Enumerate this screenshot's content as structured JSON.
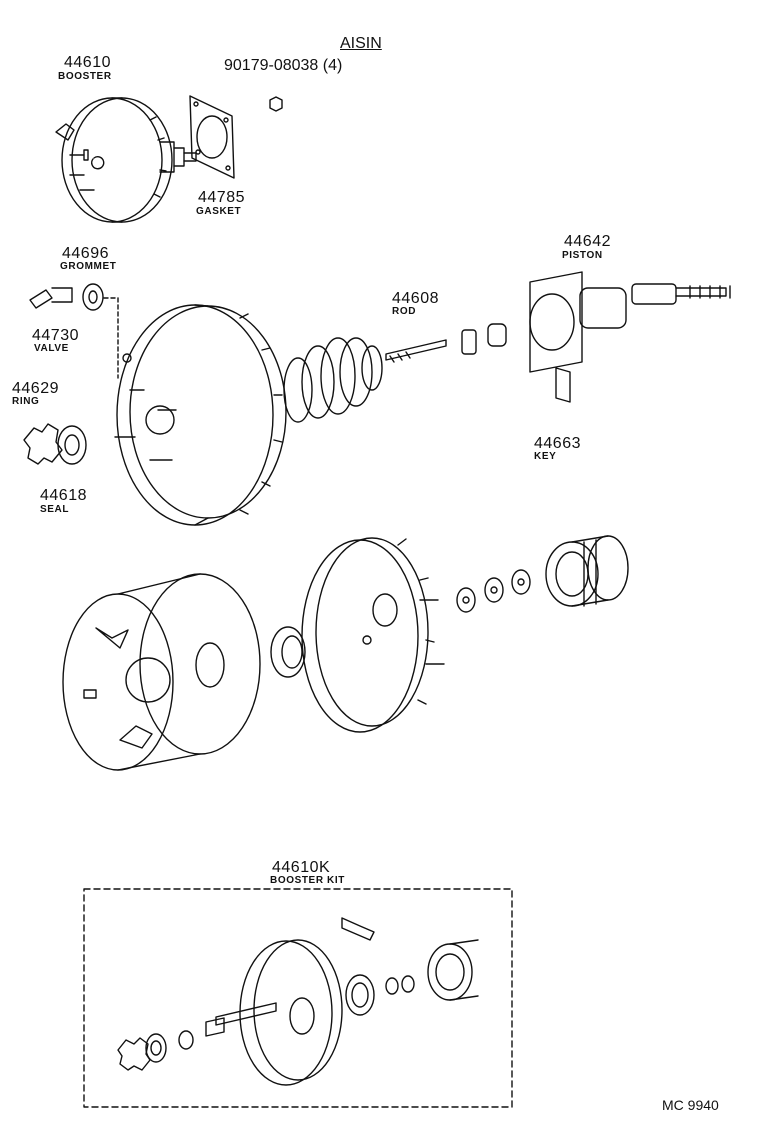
{
  "header": {
    "maker": "AISIN",
    "nut_part": "90179-08038 (4)"
  },
  "parts": {
    "booster": {
      "number": "44610",
      "name": "BOOSTER"
    },
    "gasket": {
      "number": "44785",
      "name": "GASKET"
    },
    "grommet": {
      "number": "44696",
      "name": "GROMMET"
    },
    "valve": {
      "number": "44730",
      "name": "VALVE"
    },
    "ring": {
      "number": "44629",
      "name": "RING"
    },
    "seal": {
      "number": "44618",
      "name": "SEAL"
    },
    "rod": {
      "number": "44608",
      "name": "ROD"
    },
    "piston": {
      "number": "44642",
      "name": "PISTON"
    },
    "key": {
      "number": "44663",
      "name": "KEY"
    },
    "kit": {
      "number": "44610K",
      "name": "BOOSTER KIT"
    }
  },
  "footer": {
    "code": "MC  9940"
  }
}
